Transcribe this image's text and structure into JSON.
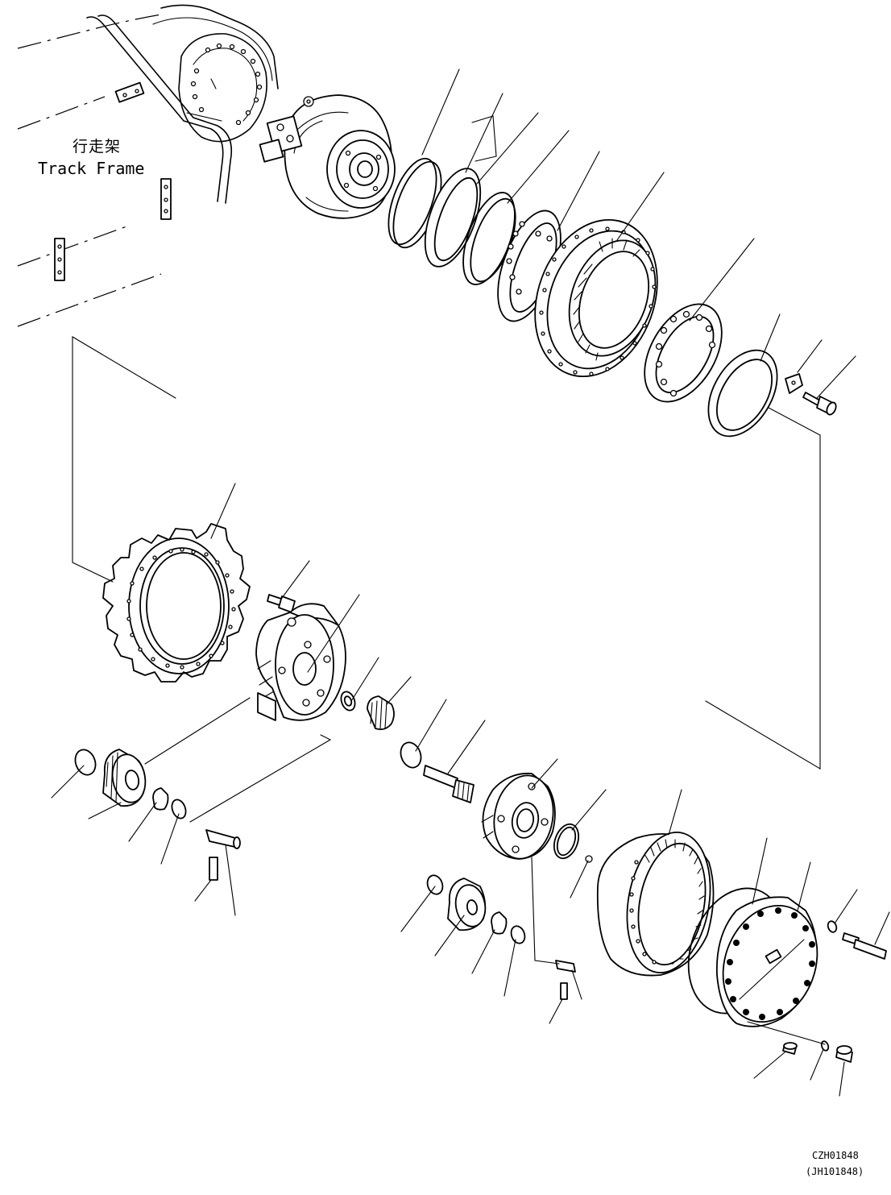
{
  "frame_label_cn": "行走架",
  "frame_label_en": "Track Frame",
  "drawing_code": "CZH01848",
  "drawing_code_alt": "(JH101848)",
  "icons": [
    "track-frame-outline-icon",
    "travel-motor-icon",
    "sprocket-icon",
    "planetary-carrier-icon",
    "ring-gear-icon",
    "cover-icon",
    "bolt-icon",
    "bearing-icon",
    "seal-ring-icon",
    "gear-icon",
    "pin-icon",
    "plug-icon"
  ]
}
